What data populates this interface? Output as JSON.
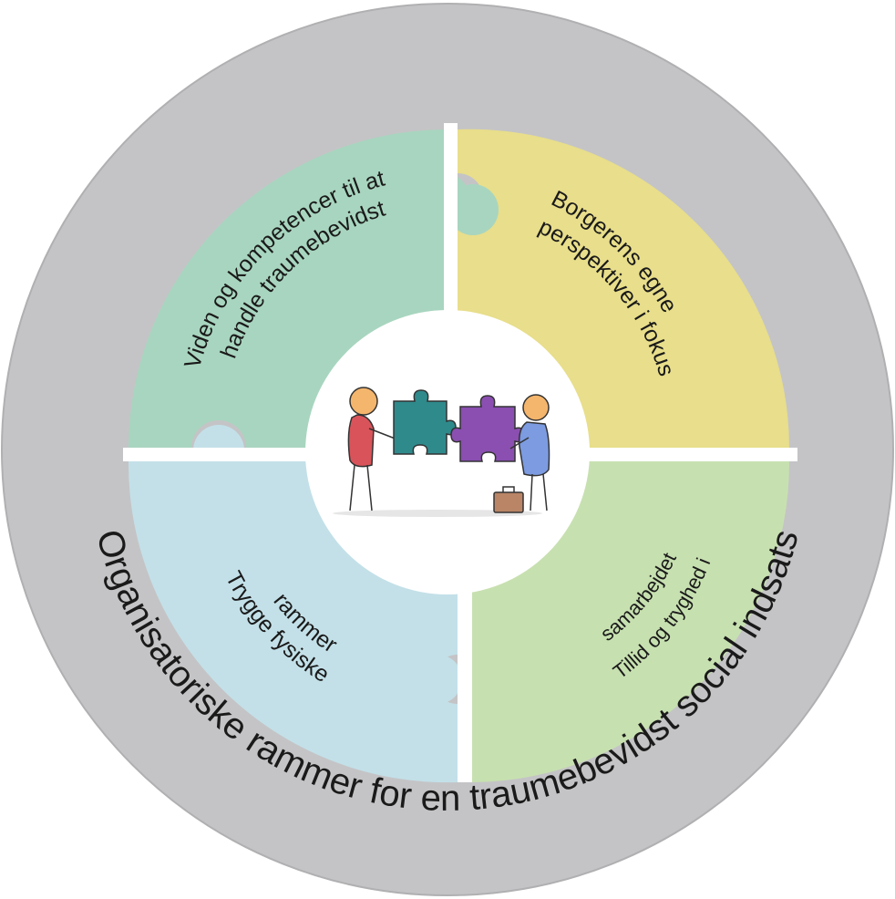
{
  "diagram": {
    "outer_ring_label": "Organisatoriske rammer for en traumebevidst social indsats",
    "quadrants": [
      {
        "id": "knowledge",
        "lines": [
          "Viden og kompetencer til at",
          "handle traumebevidst"
        ],
        "color": "#a8d5bf"
      },
      {
        "id": "citizen",
        "lines": [
          "Borgerens egne",
          "perspektiver i fokus"
        ],
        "color": "#e8de8b"
      },
      {
        "id": "trust",
        "lines": [
          "Tillid og tryghed i",
          "samarbejdet"
        ],
        "color": "#c7e0b0"
      },
      {
        "id": "physical",
        "lines": [
          "Trygge fysiske",
          "rammer"
        ],
        "color": "#c3e0e8"
      }
    ],
    "colors": {
      "ring": "#c4c4c6",
      "ring_edge": "#b0b0b2",
      "separator": "#ffffff",
      "text": "#1a1a1a"
    },
    "center_illustration": "two-people-joining-puzzle-pieces-icon"
  }
}
